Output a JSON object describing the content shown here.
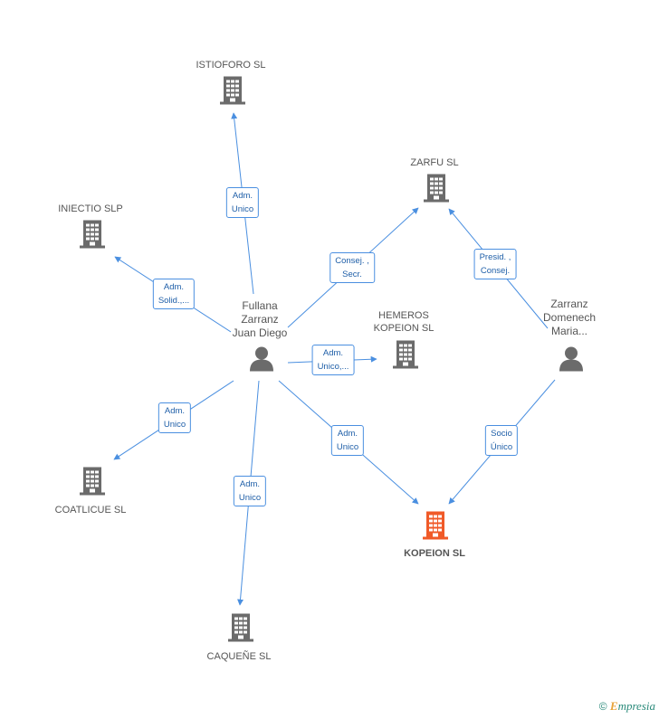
{
  "nodes": [
    {
      "id": "istioforo",
      "label": "ISTIOFORO SL",
      "kind": "company"
    },
    {
      "id": "zarfu",
      "label": "ZARFU  SL",
      "kind": "company"
    },
    {
      "id": "iniectio",
      "label": "INIECTIO  SLP",
      "kind": "company"
    },
    {
      "id": "hemeros",
      "label": "HEMEROS KOPEION SL",
      "kind": "company"
    },
    {
      "id": "coatlicue",
      "label": "COATLICUE SL",
      "kind": "company"
    },
    {
      "id": "caquene",
      "label": "CAQUEÑE SL",
      "kind": "company"
    },
    {
      "id": "kopeion",
      "label": "KOPEION SL",
      "kind": "company-target"
    },
    {
      "id": "fullana",
      "label": "Fullana Zarranz Juan Diego",
      "kind": "person"
    },
    {
      "id": "zarranz",
      "label": "Zarranz Domenech Maria...",
      "kind": "person"
    }
  ],
  "labels": {
    "istioforo": "ISTIOFORO SL",
    "zarfu": "ZARFU  SL",
    "iniectio": "INIECTIO  SLP",
    "hemeros_1": "HEMEROS",
    "hemeros_2": "KOPEION SL",
    "coatlicue": "COATLICUE SL",
    "caquene": "CAQUEÑE SL",
    "kopeion": "KOPEION SL",
    "fullana_1": "Fullana",
    "fullana_2": "Zarranz",
    "fullana_3": "Juan Diego",
    "zarranz_1": "Zarranz",
    "zarranz_2": "Domenech",
    "zarranz_3": "Maria..."
  },
  "edges": [
    {
      "from": "fullana",
      "to": "istioforo",
      "l1": "Adm.",
      "l2": "Unico"
    },
    {
      "from": "fullana",
      "to": "iniectio",
      "l1": "Adm.",
      "l2": "Solid.,..."
    },
    {
      "from": "fullana",
      "to": "zarfu",
      "l1": "Consej. ,",
      "l2": "Secr."
    },
    {
      "from": "fullana",
      "to": "hemeros",
      "l1": "Adm.",
      "l2": "Unico,..."
    },
    {
      "from": "fullana",
      "to": "coatlicue",
      "l1": "Adm.",
      "l2": "Unico"
    },
    {
      "from": "fullana",
      "to": "caquene",
      "l1": "Adm.",
      "l2": "Unico"
    },
    {
      "from": "fullana",
      "to": "kopeion",
      "l1": "Adm.",
      "l2": "Unico"
    },
    {
      "from": "zarranz",
      "to": "zarfu",
      "l1": "Presid. ,",
      "l2": "Consej."
    },
    {
      "from": "zarranz",
      "to": "kopeion",
      "l1": "Socio",
      "l2": "Único"
    }
  ],
  "colors": {
    "edge": "#4a8fe0",
    "company_icon": "#6b6b6b",
    "target_icon": "#f05a28",
    "person_icon": "#6b6b6b"
  },
  "footer": {
    "copyright": "©",
    "brand": "mpresia",
    "brand_initial": "E"
  }
}
